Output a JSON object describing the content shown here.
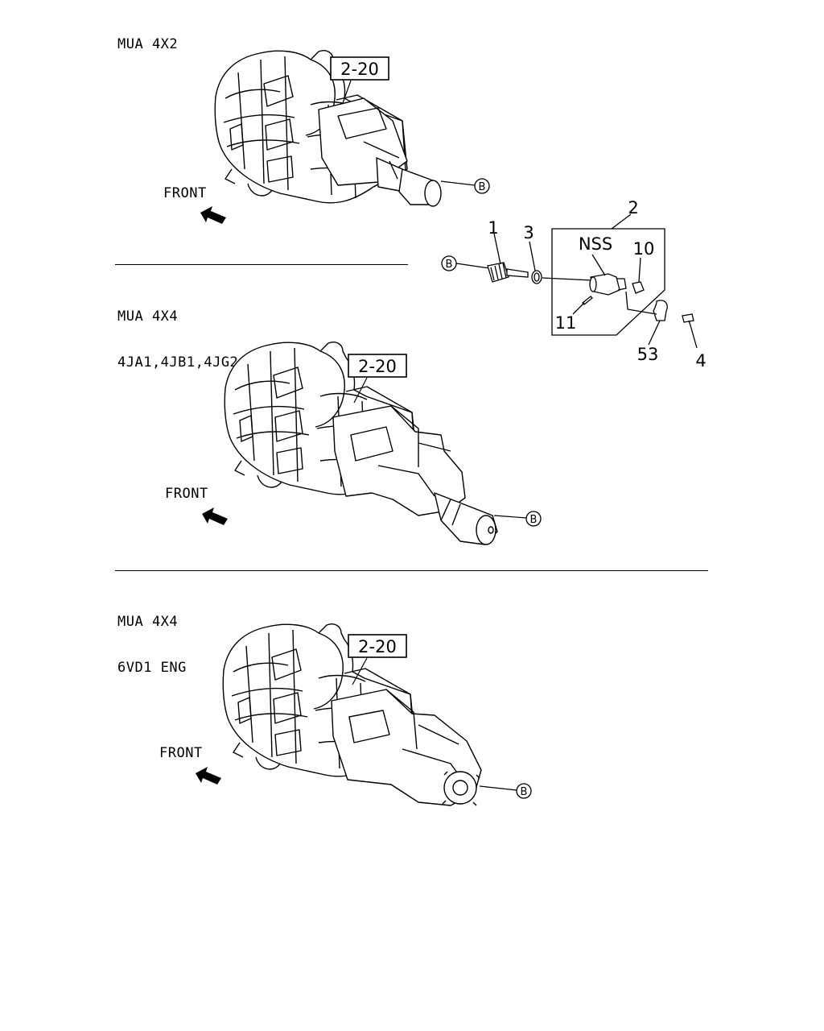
{
  "sections": [
    {
      "title_line1": "MUA 4X2",
      "title_line2": "",
      "front_label": "FRONT",
      "ref_box": "2-20",
      "connector": "B"
    },
    {
      "title_line1": "MUA 4X4",
      "title_line2": "4JA1,4JB1,4JG2 ENG",
      "front_label": "FRONT",
      "ref_box": "2-20",
      "connector": "B"
    },
    {
      "title_line1": "MUA 4X4",
      "title_line2": "6VD1 ENG",
      "front_label": "FRONT",
      "ref_box": "2-20",
      "connector": "B"
    }
  ],
  "detail": {
    "connector": "B",
    "callouts": {
      "p1": "1",
      "p2": "2",
      "p3": "3",
      "p4": "4",
      "p10": "10",
      "p11": "11",
      "p53": "53",
      "nss": "NSS"
    }
  }
}
